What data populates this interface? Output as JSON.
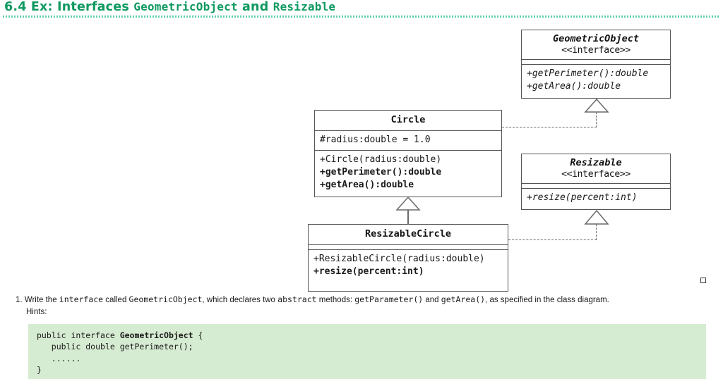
{
  "slide": {
    "title_parts": [
      {
        "text": "6.4  Ex: Interfaces ",
        "style": "sans"
      },
      {
        "text": "GeometricObject",
        "style": "mono"
      },
      {
        "text": " and ",
        "style": "sans"
      },
      {
        "text": "Resizable",
        "style": "mono"
      }
    ],
    "title_plain": "6.4  Ex: Interfaces GeometricObject and Resizable",
    "accent_color": "#0f9960",
    "rule_color": "#5fcfa8"
  },
  "diagram": {
    "type": "uml-class-diagram",
    "classes": {
      "geometric_object": {
        "name": "GeometricObject",
        "stereotype": "<<interface>>",
        "attributes": [],
        "methods": [
          {
            "text": "+getPerimeter():double",
            "italic": true,
            "bold": false
          },
          {
            "text": "+getArea():double",
            "italic": true,
            "bold": false
          }
        ]
      },
      "resizable": {
        "name": "Resizable",
        "stereotype": "<<interface>>",
        "attributes": [],
        "methods": [
          {
            "text": "+resize(percent:int)",
            "italic": true,
            "bold": false
          }
        ]
      },
      "circle": {
        "name": "Circle",
        "stereotype": "",
        "attributes": [
          {
            "text": "#radius:double = 1.0",
            "italic": false,
            "bold": false
          }
        ],
        "methods": [
          {
            "text": "+Circle(radius:double)",
            "italic": false,
            "bold": false
          },
          {
            "text": "+getPerimeter():double",
            "italic": false,
            "bold": true
          },
          {
            "text": "+getArea():double",
            "italic": false,
            "bold": true
          }
        ]
      },
      "resizable_circle": {
        "name": "ResizableCircle",
        "stereotype": "",
        "attributes": [],
        "methods": [
          {
            "text": "+ResizableCircle(radius:double)",
            "italic": false,
            "bold": false
          },
          {
            "text": "+resize(percent:int)",
            "italic": false,
            "bold": true
          }
        ]
      }
    },
    "relationships": [
      {
        "from": "Circle",
        "to": "GeometricObject",
        "kind": "realization",
        "line": "dashed",
        "arrow": "hollow-triangle"
      },
      {
        "from": "ResizableCircle",
        "to": "Resizable",
        "kind": "realization",
        "line": "dashed",
        "arrow": "hollow-triangle"
      },
      {
        "from": "ResizableCircle",
        "to": "Circle",
        "kind": "generalization",
        "line": "solid",
        "arrow": "hollow-triangle"
      }
    ]
  },
  "exercise": {
    "number": "1.",
    "text_parts": [
      {
        "text": "Write the ",
        "style": "prose"
      },
      {
        "text": "interface",
        "style": "code"
      },
      {
        "text": " called ",
        "style": "prose"
      },
      {
        "text": "GeometricObject",
        "style": "code"
      },
      {
        "text": ", which declares two ",
        "style": "prose"
      },
      {
        "text": "abstract",
        "style": "code"
      },
      {
        "text": " methods: ",
        "style": "prose"
      },
      {
        "text": "getParameter()",
        "style": "code"
      },
      {
        "text": " and ",
        "style": "prose"
      },
      {
        "text": "getArea()",
        "style": "code"
      },
      {
        "text": ", as specified in the class diagram.",
        "style": "prose"
      }
    ],
    "text_plain": "1. Write the interface called GeometricObject, which declares two abstract methods: getParameter() and getArea(), as specified in the class diagram.",
    "hints_label": "Hints:",
    "code": {
      "background_color": "#d6ecd2",
      "lines": [
        {
          "indent": 0,
          "segments": [
            {
              "text": "public interface ",
              "bold": false
            },
            {
              "text": "GeometricObject",
              "bold": true
            },
            {
              "text": " {",
              "bold": false
            }
          ]
        },
        {
          "indent": 1,
          "segments": [
            {
              "text": "public double getPerimeter();",
              "bold": false
            }
          ]
        },
        {
          "indent": 1,
          "segments": [
            {
              "text": "......",
              "bold": false
            }
          ]
        },
        {
          "indent": 0,
          "segments": [
            {
              "text": "}",
              "bold": false
            }
          ]
        }
      ],
      "plain": "public interface GeometricObject {\n   public double getPerimeter();\n   ......\n}"
    }
  },
  "artifacts": {
    "resize_handle": "selection-handle"
  }
}
